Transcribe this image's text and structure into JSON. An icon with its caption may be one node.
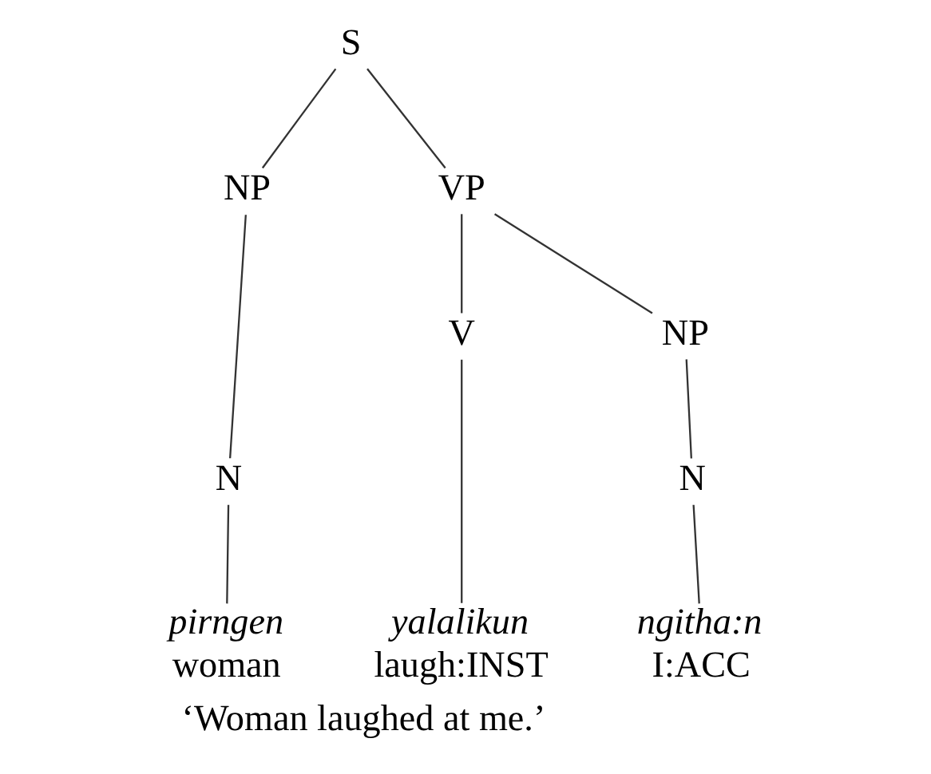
{
  "diagram": {
    "caption": "‘Woman laughed at me.’",
    "nodes": [
      {
        "text": [
          "S"
        ]
      },
      {
        "text": [
          "NP"
        ]
      },
      {
        "text": [
          "VP"
        ]
      },
      {
        "text": [
          "N"
        ]
      },
      {
        "text": [
          "V"
        ]
      },
      {
        "text": [
          "NP"
        ]
      },
      {
        "text": [
          "N"
        ]
      },
      {
        "text": [
          "pirngen",
          "woman"
        ]
      },
      {
        "text": [
          "yalalikun",
          "laugh:INST"
        ]
      },
      {
        "text": [
          "ngitha:n",
          "I:ACC"
        ]
      }
    ],
    "edges": [
      {
        "from": 0,
        "to": 1,
        "arrow": "none"
      },
      {
        "from": 0,
        "to": 2,
        "arrow": "none"
      },
      {
        "from": 1,
        "to": 3,
        "arrow": "none"
      },
      {
        "from": 2,
        "to": 4,
        "arrow": "none"
      },
      {
        "from": 2,
        "to": 5,
        "arrow": "none"
      },
      {
        "from": 3,
        "to": 7,
        "arrow": "none"
      },
      {
        "from": 4,
        "to": 8,
        "arrow": "none"
      },
      {
        "from": 5,
        "to": 6,
        "arrow": "none"
      },
      {
        "from": 6,
        "to": 9,
        "arrow": "none"
      }
    ]
  }
}
